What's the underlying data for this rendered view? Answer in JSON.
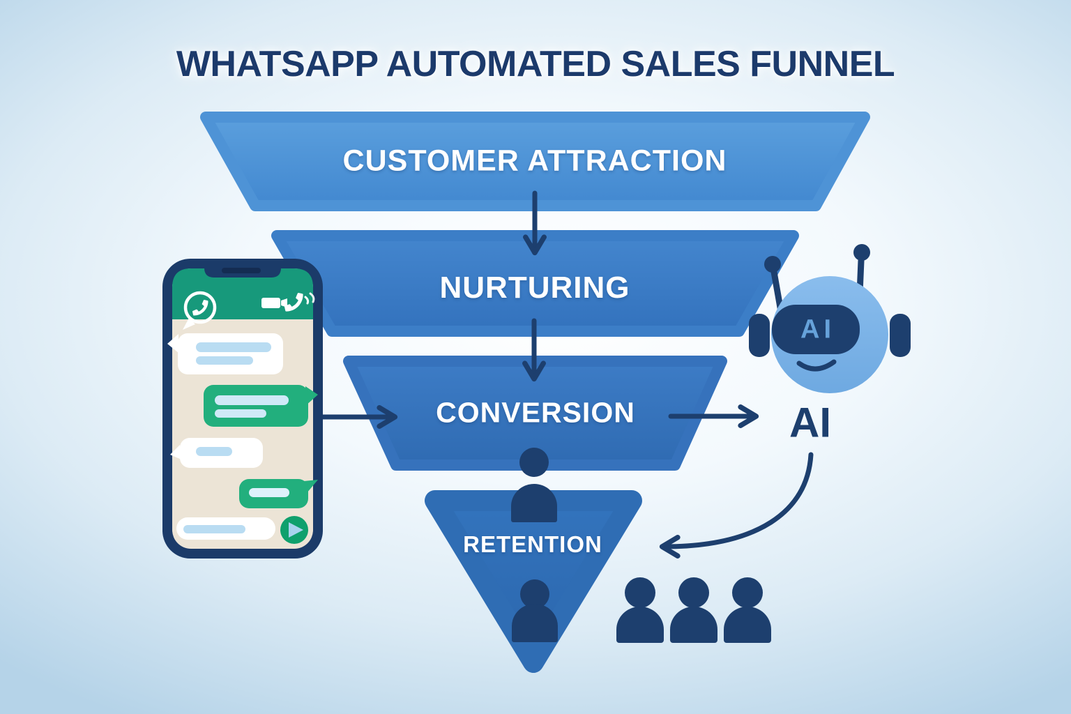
{
  "title": "WHATSAPP AUTOMATED SALES FUNNEL",
  "funnel": {
    "levels": [
      {
        "id": "customer-attraction",
        "label": "CUSTOMER ATTRACTION",
        "color": "#4e93d6"
      },
      {
        "id": "nurturing",
        "label": "NURTURING",
        "color": "#3c7ec7"
      },
      {
        "id": "conversion",
        "label": "CONVERSION",
        "color": "#3672bc"
      },
      {
        "id": "retention",
        "label": "RETENTION",
        "color": "#2f6db4"
      }
    ],
    "flow_arrows": [
      "attraction-to-nurturing",
      "nurturing-to-conversion",
      "phone-to-conversion",
      "conversion-to-ai",
      "ai-to-retention"
    ]
  },
  "annotations": {
    "ai_label": "AI"
  },
  "robot": {
    "visor_label": "AI"
  },
  "icons": {
    "phone_header": [
      "whatsapp-icon",
      "video-call-icon",
      "phone-call-icon"
    ],
    "phone_footer": [
      "send-icon"
    ],
    "figures": [
      "person-icon",
      "person-icon",
      "group-of-three-people-icon",
      "ai-robot-icon"
    ]
  },
  "colors": {
    "navy": "#1d3f6e",
    "title_text": "#1c3a6b",
    "level_text": "#ffffff",
    "robot_head": "#7cb4e6",
    "whatsapp_header_green": "#17997b",
    "bubble_green": "#22af7d",
    "send_green": "#0fa06d",
    "chat_background": "#ece4d6",
    "background_edge": "#b5d3e8"
  }
}
